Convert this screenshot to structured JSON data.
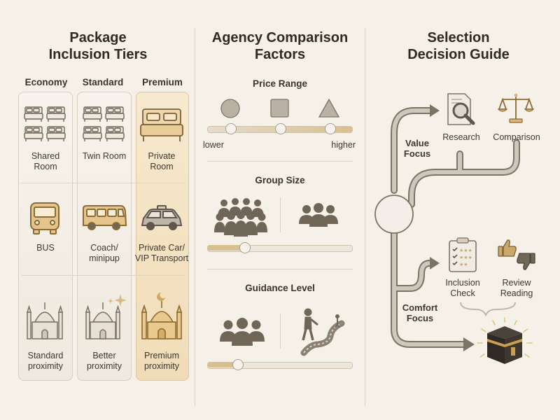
{
  "panels": {
    "tiers": {
      "title_line1": "Package",
      "title_line2": "Inclusion Tiers",
      "columns": [
        {
          "name": "Economy",
          "room": "Shared Room",
          "transport": "BUS",
          "proximity_line1": "Standard",
          "proximity_line2": "proximity"
        },
        {
          "name": "Standard",
          "room": "Twin Room",
          "transport_line1": "Coach/",
          "transport_line2": "minipup",
          "proximity_line1": "Better",
          "proximity_line2": "proximity"
        },
        {
          "name": "Premium",
          "room_line1": "Private",
          "room_line2": "Room",
          "transport_line1": "Private Car/",
          "transport_line2": "VIP Transport",
          "proximity_line1": "Premium",
          "proximity_line2": "proximity"
        }
      ]
    },
    "factors": {
      "title_line1": "Agency Comparison",
      "title_line2": "Factors",
      "price": {
        "label": "Price Range",
        "low": "lower",
        "high": "higher"
      },
      "group": {
        "label": "Group Size"
      },
      "guidance": {
        "label": "Guidance Level"
      }
    },
    "guide": {
      "title_line1": "Selection",
      "title_line2": "Decision Guide",
      "value_line1": "Value",
      "value_line2": "Focus",
      "research": "Research",
      "comparison": "Comparison",
      "comfort_line1": "Comfort",
      "comfort_line2": "Focus",
      "inclusion_line1": "Inclusion",
      "inclusion_line2": "Check",
      "review_line1": "Review",
      "review_line2": "Reading"
    }
  },
  "colors": {
    "accent": "#c9a86a",
    "icon": "#6f6658",
    "gold": "#b38a4a",
    "premium_bg": "#f3e3c4"
  }
}
